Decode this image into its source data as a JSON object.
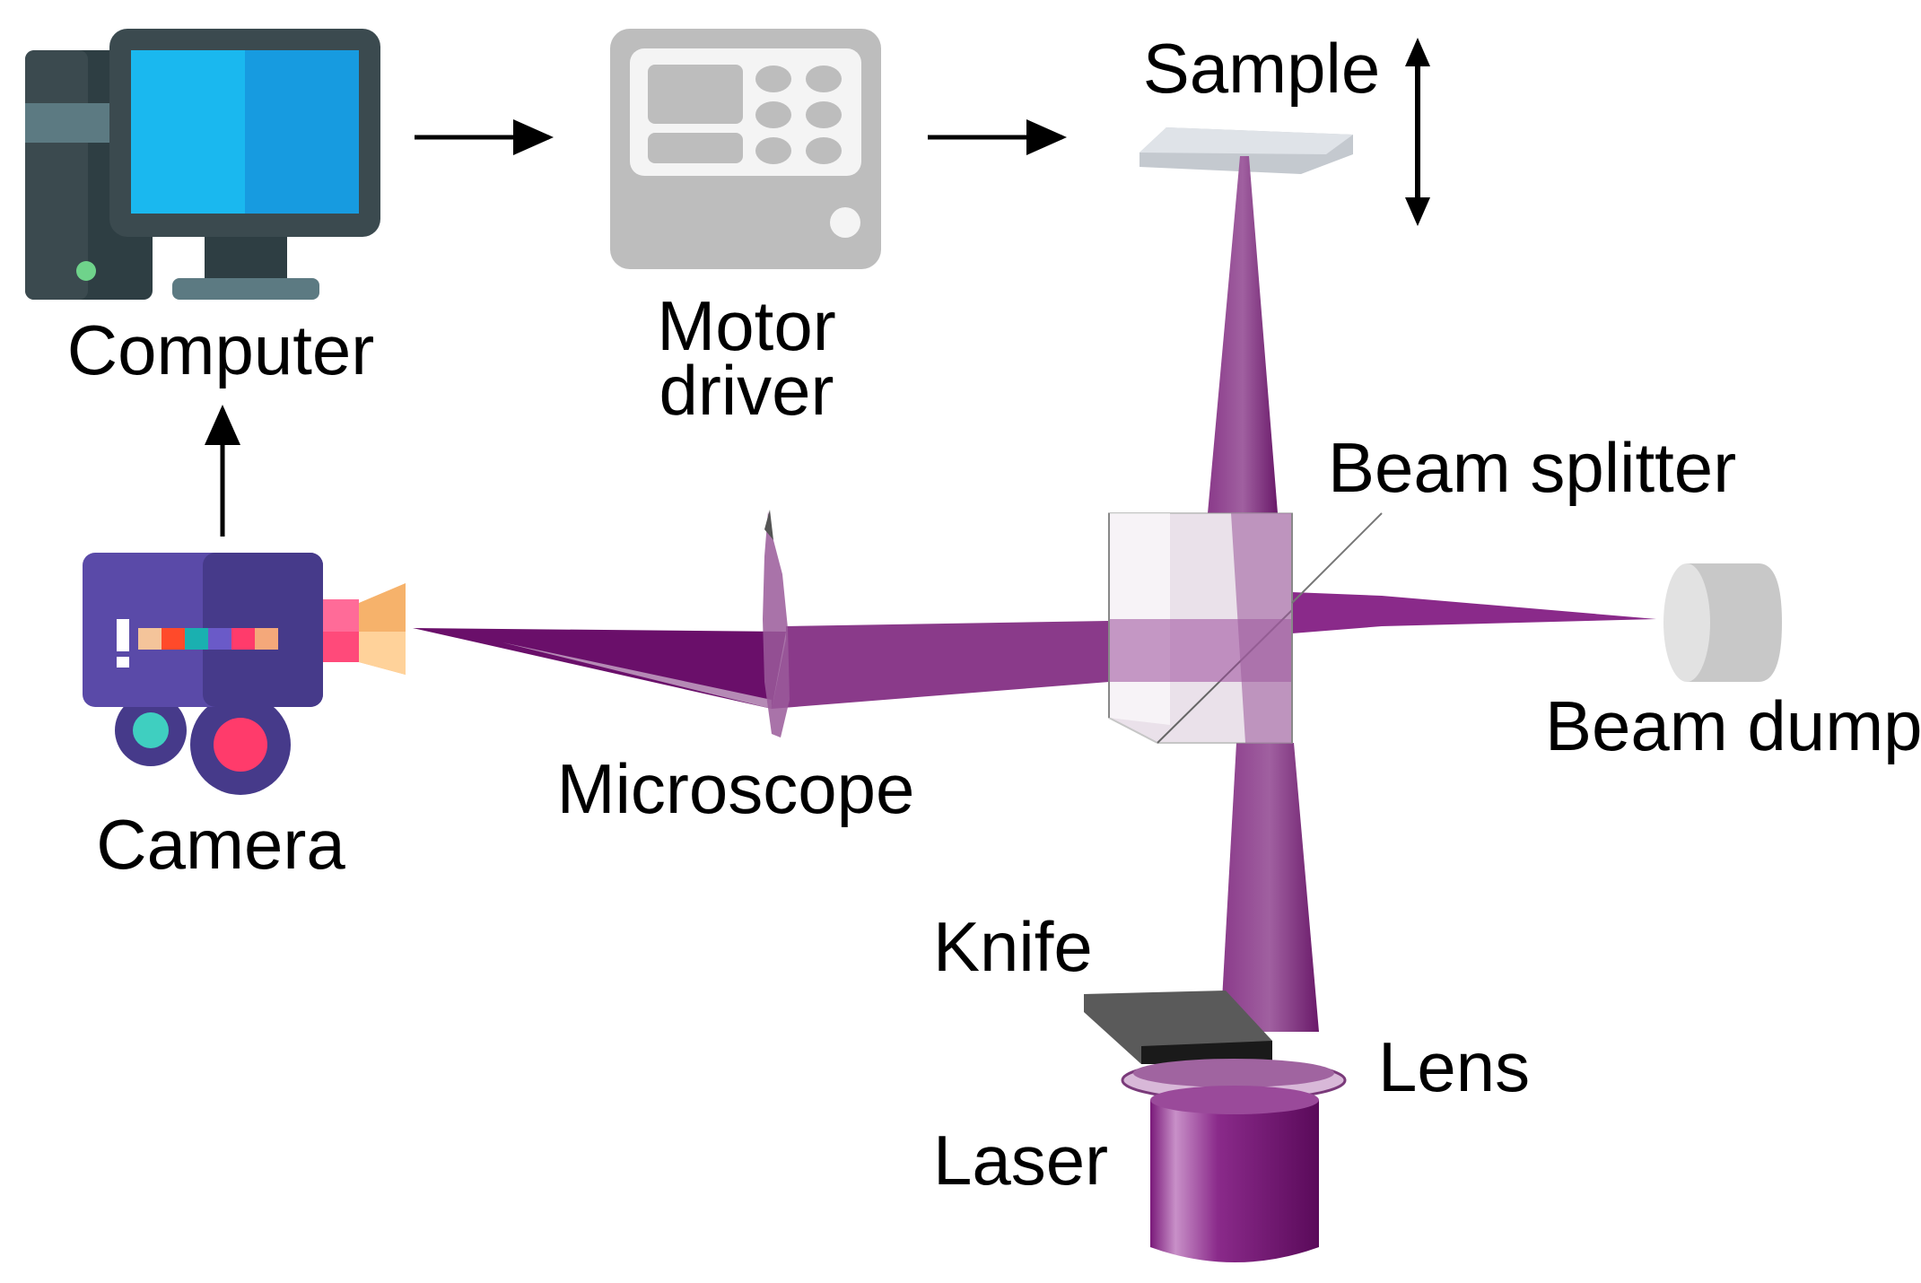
{
  "labels": {
    "computer": "Computer",
    "motor_line1": "Motor",
    "motor_line2": "driver",
    "sample": "Sample",
    "beam_splitter": "Beam splitter",
    "beam_dump": "Beam dump",
    "camera": "Camera",
    "microscope": "Microscope",
    "knife": "Knife",
    "lens": "Lens",
    "laser": "Laser"
  },
  "icons": [
    "computer-icon",
    "motor-driver-icon",
    "sample-plate-icon",
    "camera-icon",
    "microscope-lens-icon",
    "beam-splitter-cube-icon",
    "beam-dump-icon",
    "knife-edge-icon",
    "focusing-lens-icon",
    "laser-source-icon"
  ],
  "colors": {
    "beam": "#7a1f7a",
    "beam_dark": "#5a0f5a",
    "beam_light": "#b07ab0",
    "screen": "#1ab8ef",
    "computer_dark": "#3b4a4f",
    "motor_gray": "#bdbdbd",
    "camera_purple": "#5a4aa8",
    "knife_dark": "#1a1a1a"
  }
}
